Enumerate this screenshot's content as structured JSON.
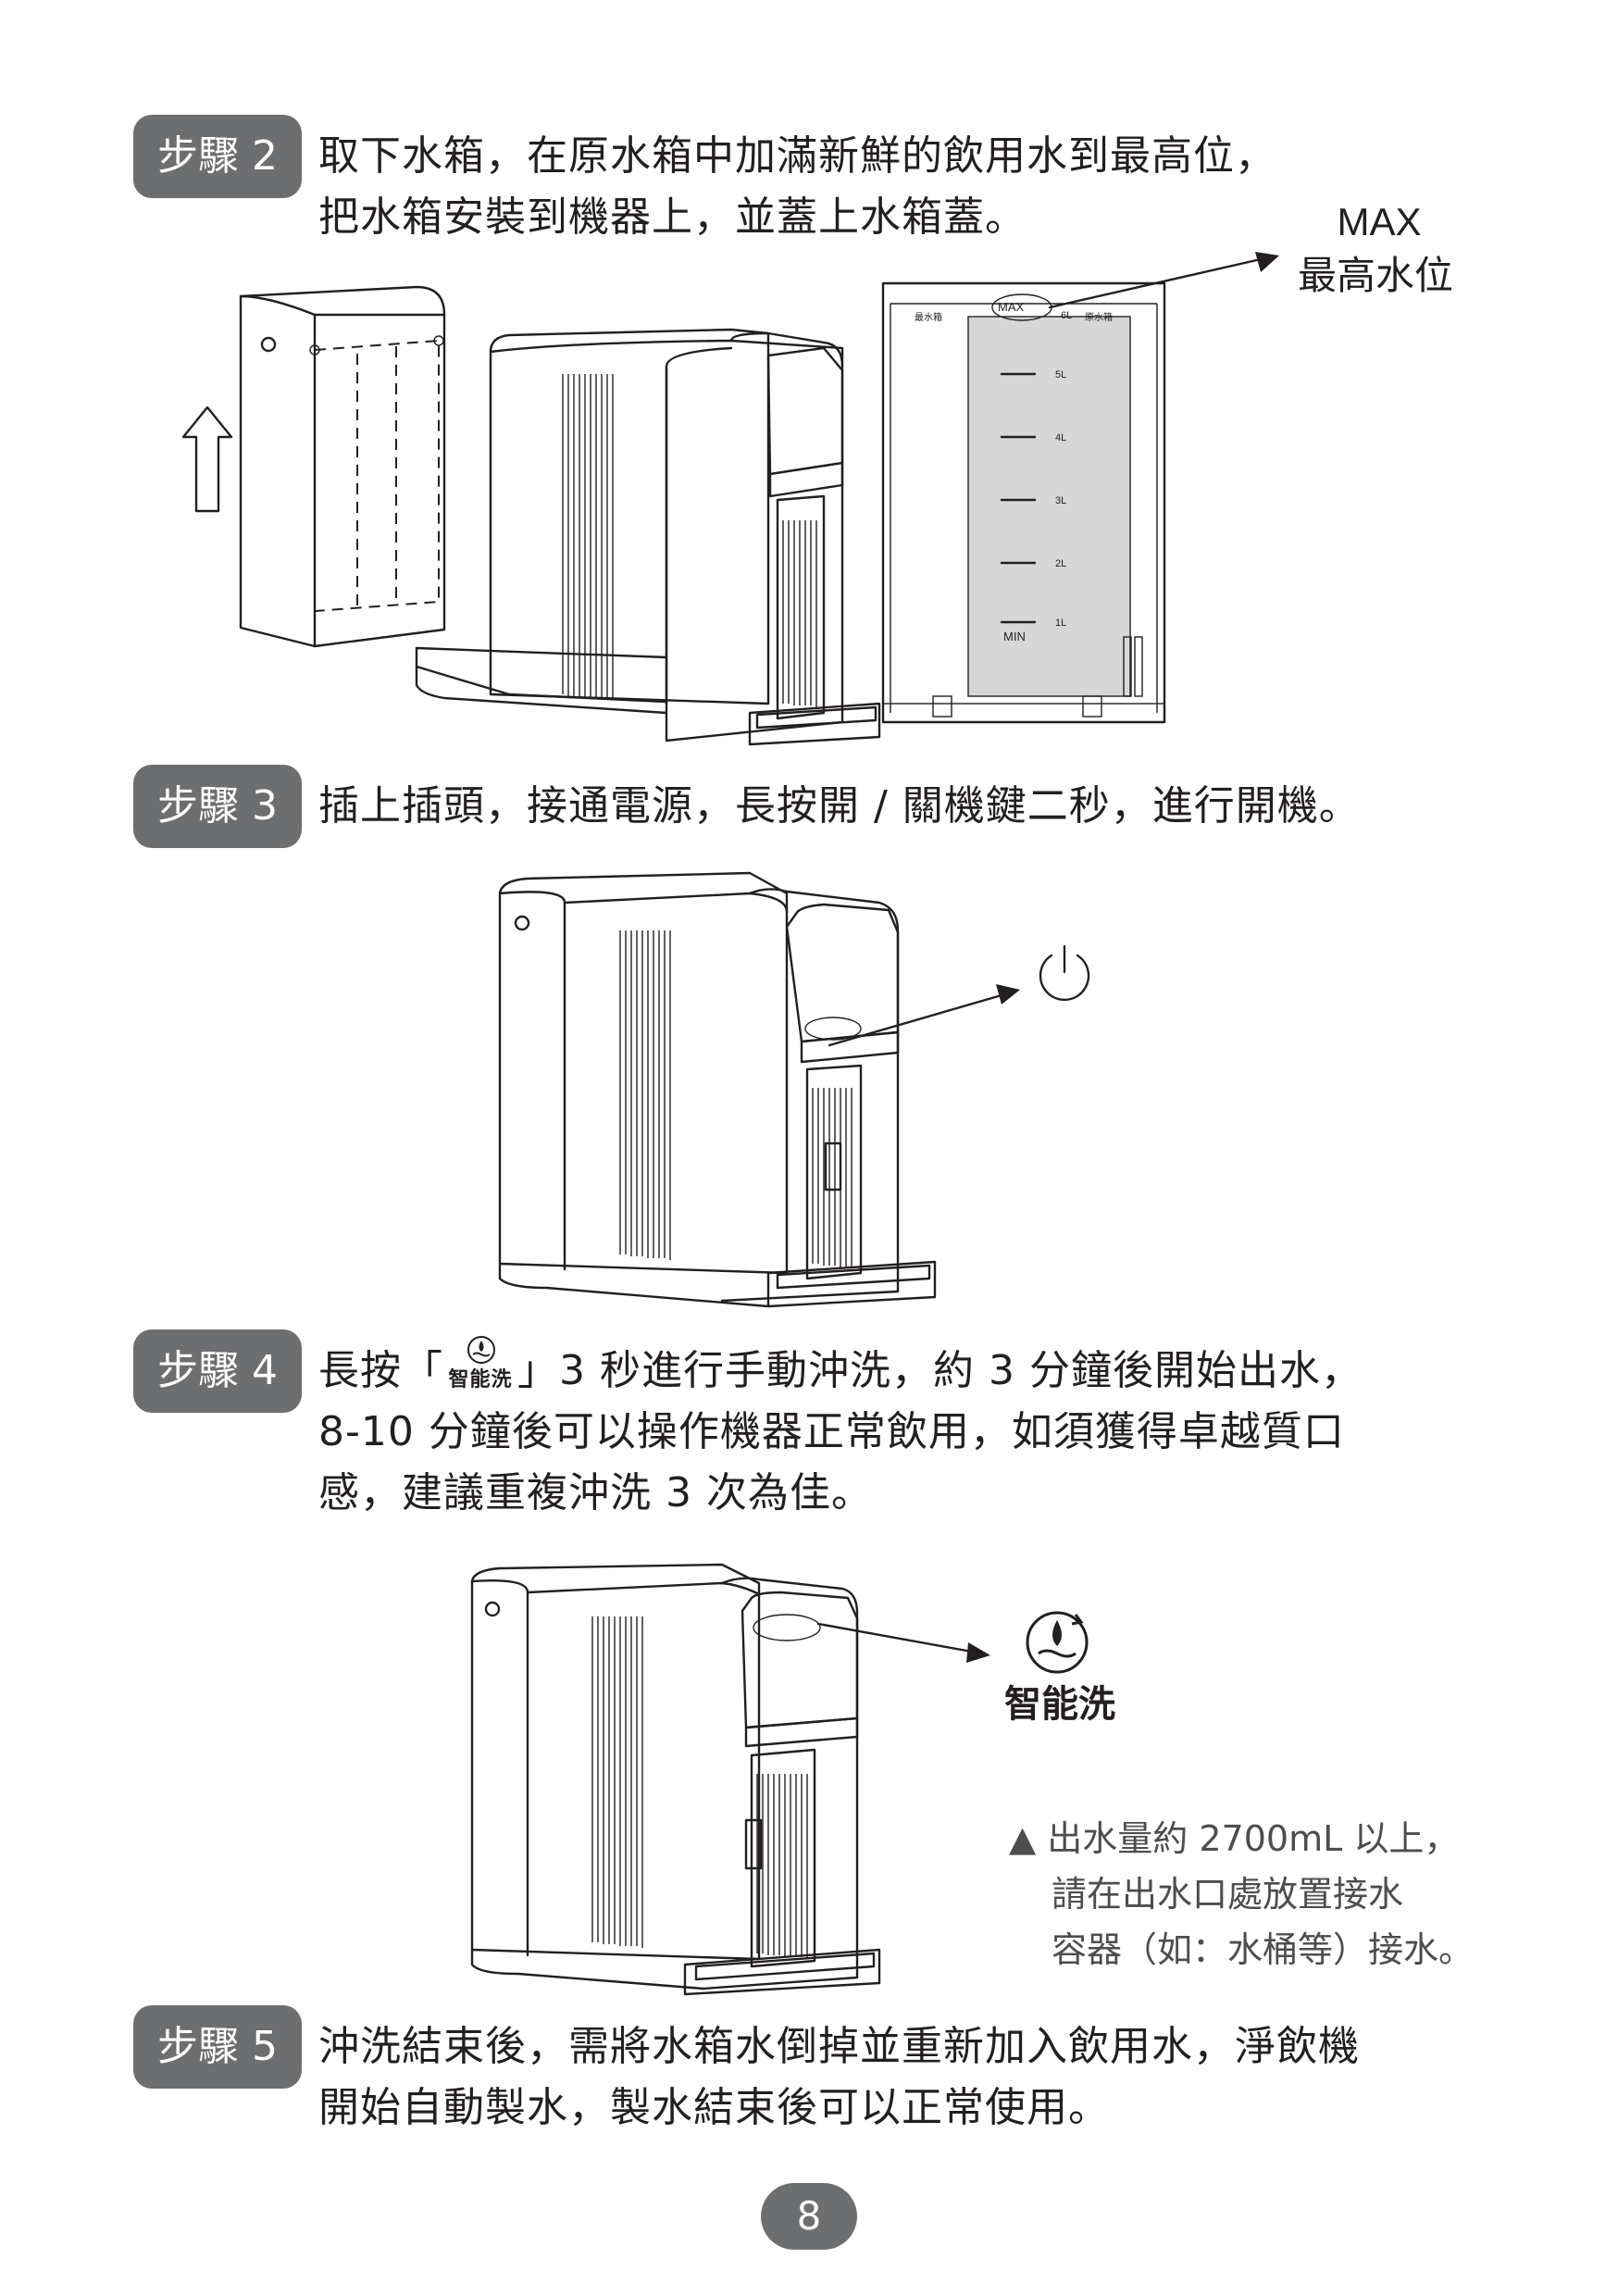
{
  "steps": [
    {
      "badge": "步驟 2",
      "lines": [
        "取下水箱，在原水箱中加滿新鮮的飲用水到最高位，",
        "把水箱安裝到機器上，並蓋上水箱蓋。"
      ]
    },
    {
      "badge": "步驟 3",
      "lines": [
        "插上插頭，接通電源，長按開 / 關機鍵二秒，進行開機。"
      ]
    },
    {
      "badge": "步驟 4",
      "lines_before_icon": "長按「",
      "icon_caption": "智能洗",
      "lines_after_icon": "」3 秒進行手動沖洗，約 3 分鐘後開始出水，",
      "lines": [
        "8-10 分鐘後可以操作機器正常飲用，如須獲得卓越質口",
        "感，建議重複沖洗 3 次為佳。"
      ]
    },
    {
      "badge": "步驟 5",
      "lines": [
        "沖洗結束後，需將水箱水倒掉並重新加入飲用水，淨飲機",
        "開始自動製水，製水結束後可以正常使用。"
      ]
    }
  ],
  "tank_diagram": {
    "max_label": "MAX",
    "max_caption": "最高水位",
    "inner_max": "MAX",
    "inner_min": "MIN",
    "left_tag": "最水箱",
    "right_tag": "原水箱",
    "scale": [
      "6L",
      "5L",
      "4L",
      "3L",
      "2L",
      "1L"
    ]
  },
  "smart_wash": {
    "caption": "智能洗"
  },
  "note": {
    "lines": [
      "▲ 出水量約 2700mL 以上，",
      "請在出水口處放置接水",
      "容器（如：水桶等）接水。"
    ]
  },
  "page_number": "8"
}
